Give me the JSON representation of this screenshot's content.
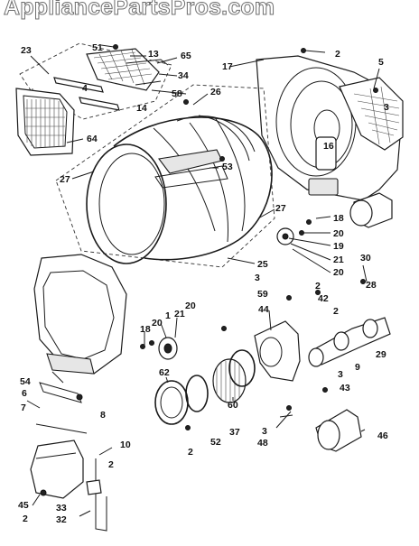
{
  "watermark": "AppliancePartsPros.com",
  "labels": [
    {
      "id": "23a",
      "text": "23"
    },
    {
      "id": "51",
      "text": "51"
    },
    {
      "id": "13",
      "text": "13"
    },
    {
      "id": "65",
      "text": "65"
    },
    {
      "id": "17",
      "text": "17"
    },
    {
      "id": "2a",
      "text": "2"
    },
    {
      "id": "5",
      "text": "5"
    },
    {
      "id": "34",
      "text": "34"
    },
    {
      "id": "4",
      "text": "4"
    },
    {
      "id": "58",
      "text": "58"
    },
    {
      "id": "26",
      "text": "26"
    },
    {
      "id": "14",
      "text": "14"
    },
    {
      "id": "3a",
      "text": "3"
    },
    {
      "id": "64",
      "text": "64"
    },
    {
      "id": "16",
      "text": "16"
    },
    {
      "id": "53",
      "text": "53"
    },
    {
      "id": "27a",
      "text": "27"
    },
    {
      "id": "27b",
      "text": "27"
    },
    {
      "id": "18a",
      "text": "18"
    },
    {
      "id": "20a",
      "text": "20"
    },
    {
      "id": "19",
      "text": "19"
    },
    {
      "id": "21a",
      "text": "21"
    },
    {
      "id": "20b",
      "text": "20"
    },
    {
      "id": "25",
      "text": "25"
    },
    {
      "id": "30",
      "text": "30"
    },
    {
      "id": "3b",
      "text": "3"
    },
    {
      "id": "2b",
      "text": "2"
    },
    {
      "id": "59",
      "text": "59"
    },
    {
      "id": "42",
      "text": "42"
    },
    {
      "id": "28",
      "text": "28"
    },
    {
      "id": "20c",
      "text": "20"
    },
    {
      "id": "1",
      "text": "1"
    },
    {
      "id": "21b",
      "text": "21"
    },
    {
      "id": "20d",
      "text": "20"
    },
    {
      "id": "18b",
      "text": "18"
    },
    {
      "id": "44",
      "text": "44"
    },
    {
      "id": "2c",
      "text": "2"
    },
    {
      "id": "29",
      "text": "29"
    },
    {
      "id": "9",
      "text": "9"
    },
    {
      "id": "54",
      "text": "54"
    },
    {
      "id": "62",
      "text": "62"
    },
    {
      "id": "3c",
      "text": "3"
    },
    {
      "id": "6a",
      "text": "6"
    },
    {
      "id": "60",
      "text": "60"
    },
    {
      "id": "43",
      "text": "43"
    },
    {
      "id": "7",
      "text": "7"
    },
    {
      "id": "8",
      "text": "8"
    },
    {
      "id": "2d",
      "text": "2"
    },
    {
      "id": "52",
      "text": "52"
    },
    {
      "id": "37",
      "text": "37"
    },
    {
      "id": "10",
      "text": "10"
    },
    {
      "id": "3d",
      "text": "3"
    },
    {
      "id": "48",
      "text": "48"
    },
    {
      "id": "46",
      "text": "46"
    },
    {
      "id": "2e",
      "text": "2"
    },
    {
      "id": "45",
      "text": "45"
    },
    {
      "id": "33",
      "text": "33"
    },
    {
      "id": "2f",
      "text": "2"
    },
    {
      "id": "32",
      "text": "32"
    }
  ]
}
